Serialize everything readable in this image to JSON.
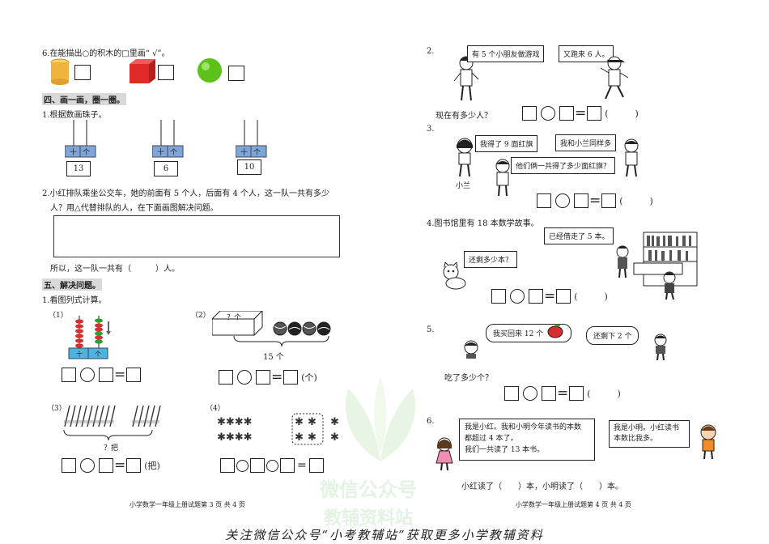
{
  "left": {
    "q6_text": "6.在能描出○的积木的□里画“ √”。",
    "section4": "四、画一画，圈一圈。",
    "q4_1": "1.根据数画珠子。",
    "abacus_label": "十 个",
    "abacus_tens": "十",
    "abacus_ones": "个",
    "abacus_values": [
      "13",
      "6",
      "10"
    ],
    "q4_2_line1": "2.小红排队乘坐公交车，她的前面有 5 个人，后面有 4 个人，这一队一共有多少",
    "q4_2_line2": "人？用△代替排队的人，在下面画图解决问题。",
    "q4_2_answer": "所以，这一队一共有（　　　）人。",
    "section5": "五、解决问题。",
    "q5_1": "1.看图列式计算。",
    "p1": "（1）",
    "p2": "（2）",
    "p3": "（3）",
    "p4": "（4）",
    "box_q": "？个",
    "total15": "15 个",
    "unit_ge": "(个)",
    "q_ba": "？把",
    "unit_ba": "(把)",
    "footer": "小学数学一年级上册试题第 3 页 共 4 页"
  },
  "right": {
    "n2": "2.",
    "b2a": "有 5 个小朋友做游戏",
    "b2b": "又跑来 6 人。",
    "q2": "现在有多少人？",
    "n3": "3.",
    "b3a": "我得了 9 面红旗",
    "b3b": "我和小兰同样多",
    "b3c": "他们俩一共得了多少面红旗？",
    "xiaolan": "小兰",
    "n4": "4.图书馆里有 18 本数学故事。",
    "b4a": "已经借走了 5 本。",
    "b4b": "还剩多少本？",
    "n5": "5.",
    "b5a": "我买回来 12 个",
    "b5b": "还剩下 2 个",
    "q5": "吃了多少个？",
    "n6": "6.",
    "b6a_1": "我是小红。我和小明今年读书的本数",
    "b6a_2": "都超过 4 本了。",
    "b6a_3": "我们一共读了 13 本书。",
    "b6b_1": "我是小明。小红读书",
    "b6b_2": "本数比我多。",
    "q6": "小红读了（　　）本，小明读了（　　）本。",
    "paren": "(　　　)",
    "footer": "小学数学一年级上册试题第 4 页 共 4 页"
  },
  "watermark": {
    "wx": "微信公众号",
    "site": "教辅资料站"
  },
  "bottom_banner": "关注微信公众号“小考教辅站”获取更多小学教辅资料",
  "colors": {
    "yellow": "#f0b43c",
    "red": "#e02a2a",
    "green": "#5cc21a",
    "abacus_blue": "#7fa6d8",
    "bead_green": "#2f9e2f",
    "bead_red": "#d43030"
  }
}
